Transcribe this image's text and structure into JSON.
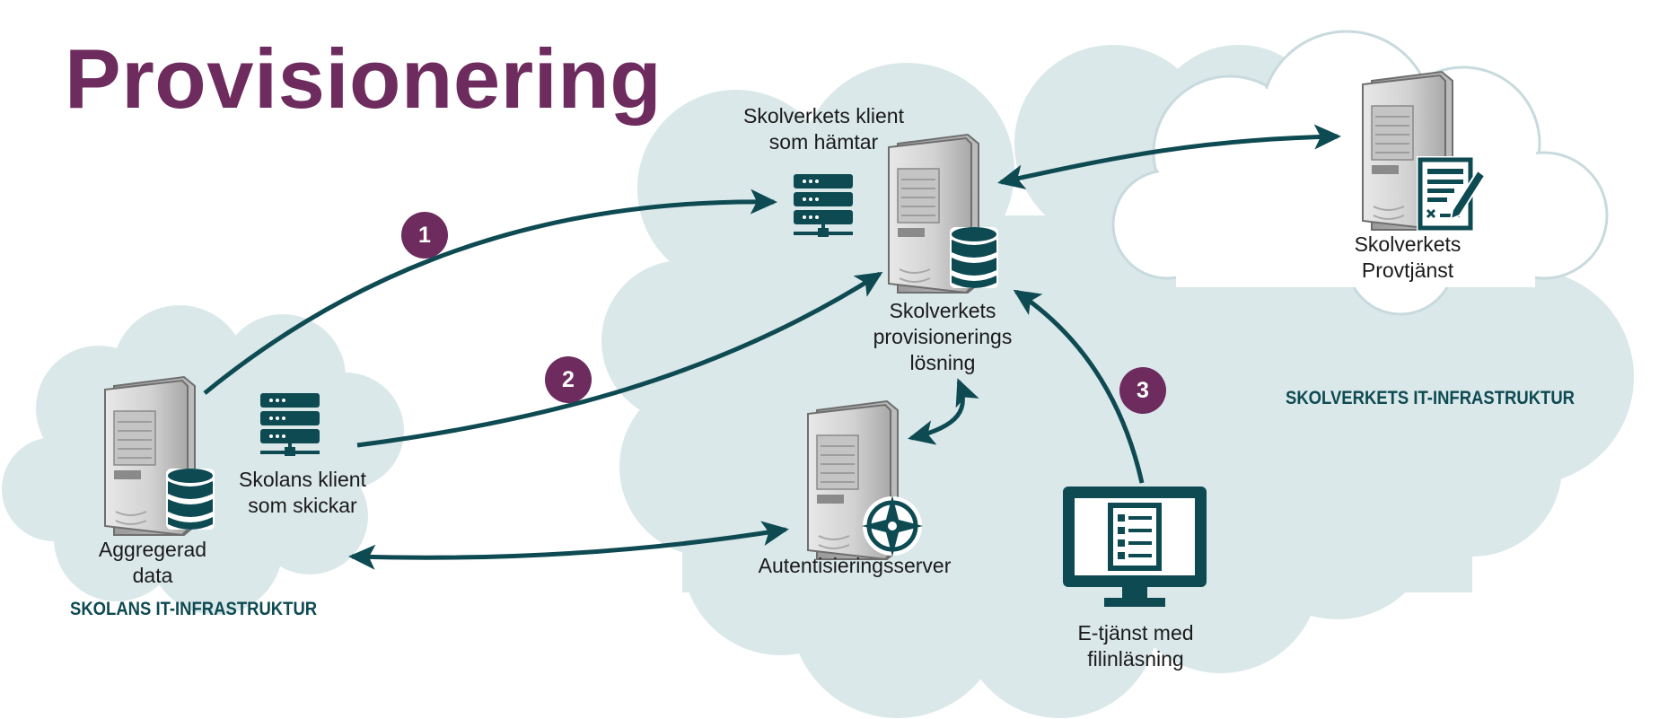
{
  "title": "Provisionering",
  "colors": {
    "title": "#6d2b5e",
    "cloud": "#dae8ea",
    "cloud_outline": "#c8dadd",
    "arrow": "#0e4a52",
    "icon": "#0e4a52",
    "badge": "#6d2b5e",
    "server_body": "#d9d9d9"
  },
  "labels": {
    "client_fetch": [
      "Skolverkets klient",
      "som hämtar"
    ],
    "provisioning": [
      "Skolverkets",
      "provisionerings",
      "lösning"
    ],
    "provtjanst": [
      "Skolverkets",
      "Provtjänst"
    ],
    "school_client": [
      "Skolans klient",
      "som skickar"
    ],
    "aggregated": [
      "Aggregerad",
      "data"
    ],
    "auth": "Autentisieringsserver",
    "eservice": [
      "E-tjänst med",
      "filinläsning"
    ]
  },
  "zones": {
    "school": "SKOLANS IT-INFRASTRUKTUR",
    "skolverket": "SKOLVERKETS IT-INFRASTRUKTUR"
  },
  "steps": [
    "1",
    "2",
    "3"
  ],
  "icons": {
    "school_server": "server-tower-icon",
    "school_db": "database-icon",
    "school_client": "server-rack-icon",
    "client_fetch": "server-rack-icon",
    "provisioning_server": "server-tower-icon",
    "provisioning_db": "database-icon",
    "auth_server": "server-tower-icon",
    "auth_badge": "compass-icon",
    "provtjanst_server": "server-tower-icon",
    "provtjanst_doc": "document-edit-icon",
    "eservice": "monitor-list-icon"
  }
}
